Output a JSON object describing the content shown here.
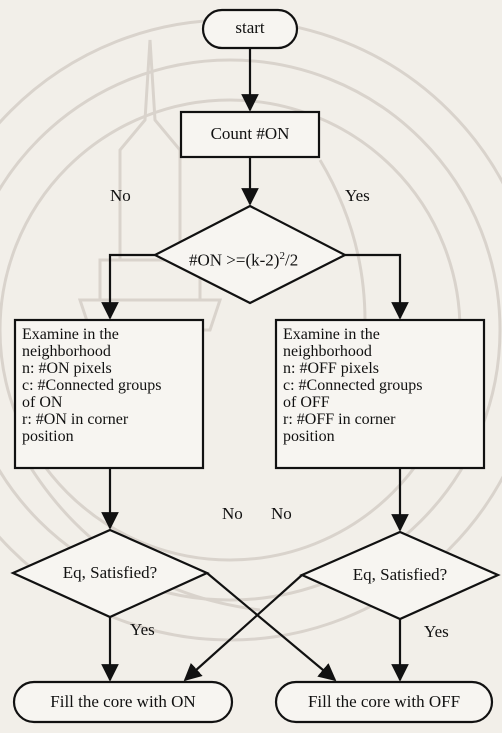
{
  "flowchart": {
    "start": "start",
    "count": "Count #ON",
    "decision_main": {
      "text": "#ON >=(k-2)",
      "sup": "2",
      "suffix": "/2"
    },
    "branch_left": "No",
    "branch_right": "Yes",
    "examine_on": {
      "lines": [
        "Examine in the",
        "neighborhood",
        "n: #ON pixels",
        "c: #Connected groups",
        "of ON",
        "r: #ON in corner",
        "position"
      ]
    },
    "examine_off": {
      "lines": [
        "Examine in the",
        "neighborhood",
        "n: #OFF pixels",
        "c: #Connected groups",
        "of OFF",
        "r: #OFF in corner",
        "position"
      ]
    },
    "eq_left": "Eq, Satisfied?",
    "eq_right": "Eq, Satisfied?",
    "no_left": "No",
    "no_right": "No",
    "yes_left": "Yes",
    "yes_right": "Yes",
    "fill_on": "Fill the core with ON",
    "fill_off": "Fill the core with OFF"
  },
  "colors": {
    "line": "#111111",
    "background": "#f2efe9",
    "watermark": "#cfc8c0"
  }
}
